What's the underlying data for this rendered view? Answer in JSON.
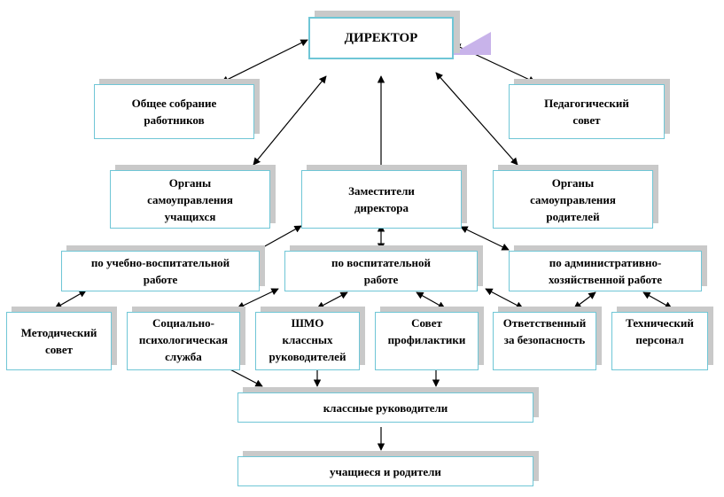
{
  "nodes": {
    "director": "ДИРЕКТОР",
    "general_meeting": "Общее собрание\nработников",
    "ped_council": "Педагогический\nсовет",
    "student_gov": "Органы\nсамоуправления\nучащихся",
    "deputies": "Заместители\nдиректора",
    "parent_gov": "Органы\nсамоуправления\nродителей",
    "dep_uvr": "по учебно-воспитательной\nработе",
    "dep_vr": "по воспитательной\nработе",
    "dep_ahr": "по административно-\nхозяйственной работе",
    "method_council": "Методический\nсовет",
    "social_service": "Социально-\nпсихологическая\nслужба",
    "shmo": "ШМО\nклассных\nруководителей",
    "prevention": "Совет\nпрофилактики",
    "safety": "Ответственный\nза безопасность",
    "tech_staff": "Технический\nперсонал",
    "class_teachers": "классные руководители",
    "students_parents": "учащиеся и родители"
  },
  "colors": {
    "border": "#6fc6d6",
    "shadow": "#c9c9c9",
    "accent_triangle": "#c8b3ea",
    "arrow": "#000000"
  }
}
